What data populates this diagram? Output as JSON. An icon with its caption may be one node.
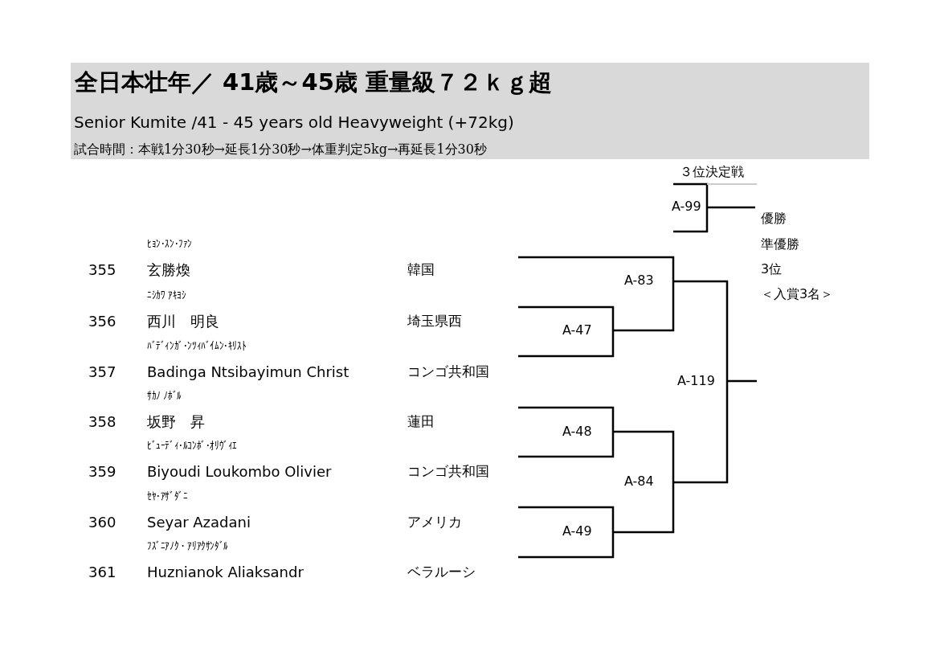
{
  "diagram": {
    "title": "全日本壮年／ 41歳～45歳 重量級７２ｋｇ超",
    "labels": [
      "Senior Kumite /41 - 45 years old Heavyweight (+72kg)",
      "試合時間：本戦1分30秒→延長1分30秒→体重判定5kg→再延長1分30秒",
      "３位決定戦",
      "A-99",
      "優勝",
      "ﾋｮﾝ･ｽﾝ･ﾌｧﾝ",
      "準優勝",
      "355",
      "玄勝煥",
      "韓国",
      "3位",
      "A-83",
      "ﾆｼｶﾜ ｱｷﾖｼ",
      "＜入賞3名＞",
      "356",
      "西川　明良",
      "埼玉県西",
      "A-47",
      "ﾊﾞﾃﾞｨﾝｶﾞ･ﾝﾂｨﾊﾞｲﾑﾝ･ｷﾘｽﾄ",
      "357",
      "Badinga Ntsibayimun Christ",
      "コンゴ共和国",
      "A-119",
      "ｻｶﾉ ﾉﾎﾞﾙ",
      "358",
      "坂野　昇",
      "蓮田",
      "A-48",
      "ﾋﾞｭｰﾃﾞｨ･ﾙｺﾝﾎﾞ･ｵﾘｳﾞｨｴ",
      "359",
      "Biyoudi Loukombo Olivier",
      "コンゴ共和国",
      "A-84",
      "ｾﾔ･ｱｻﾞﾀﾞﾆ",
      "360",
      "Seyar Azadani",
      "アメリカ",
      "A-49",
      "ﾌｽﾞﾆｱﾉｸ・ｱﾘｱｸｻﾝﾀﾞﾙ",
      "361",
      "Huznianok Aliaksandr",
      "ベラルーシ"
    ]
  }
}
